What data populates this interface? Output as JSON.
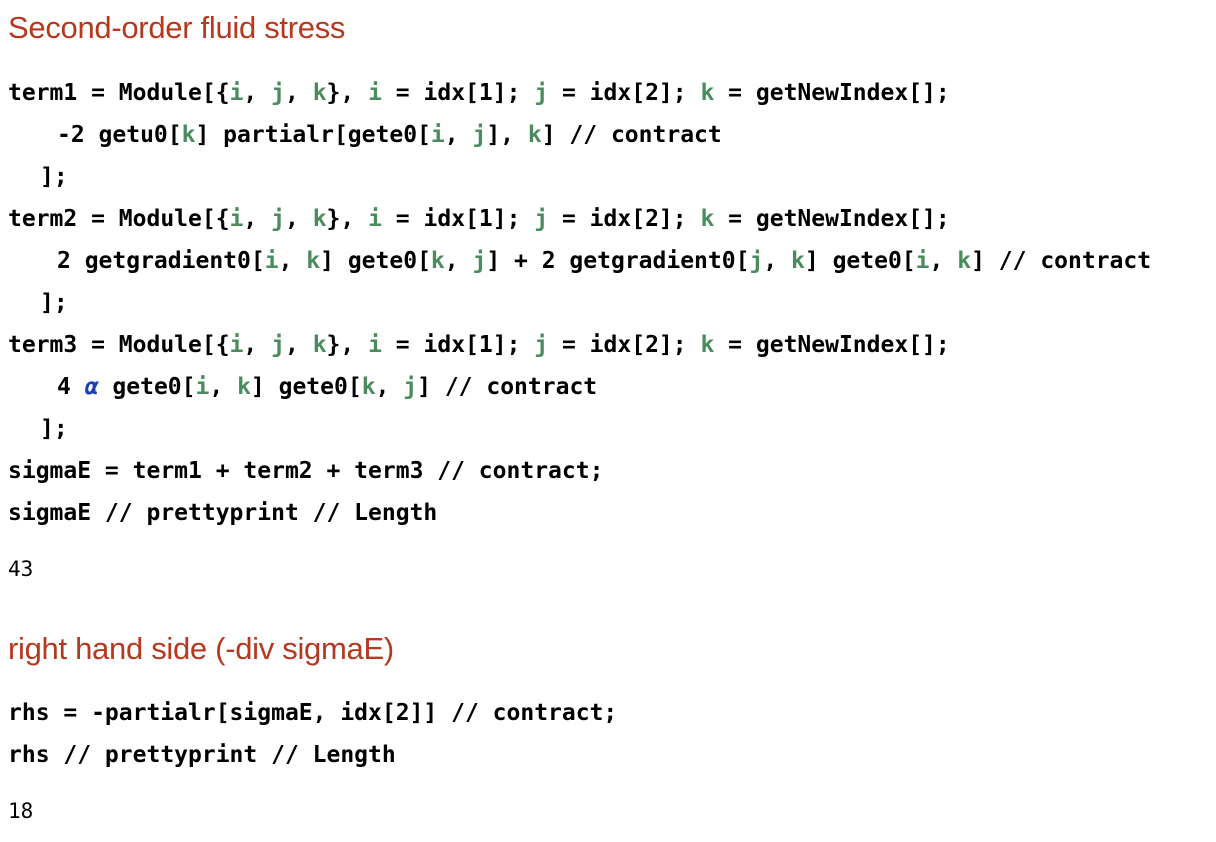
{
  "sections": [
    {
      "title": "Second-order fluid stress",
      "input_lines": [
        [
          {
            "t": "term1 = Module[{"
          },
          {
            "t": "i",
            "c": "var"
          },
          {
            "t": ", "
          },
          {
            "t": "j",
            "c": "var"
          },
          {
            "t": ", "
          },
          {
            "t": "k",
            "c": "var"
          },
          {
            "t": "}, "
          },
          {
            "t": "i",
            "c": "var"
          },
          {
            "t": " = idx[1]; "
          },
          {
            "t": "j",
            "c": "var"
          },
          {
            "t": " = idx[2]; "
          },
          {
            "t": "k",
            "c": "var"
          },
          {
            "t": " = getNewIndex[];"
          }
        ],
        [
          {
            "t": "-2 getu0["
          },
          {
            "t": "k",
            "c": "var"
          },
          {
            "t": "] partialr[gete0["
          },
          {
            "t": "i",
            "c": "var"
          },
          {
            "t": ", "
          },
          {
            "t": "j",
            "c": "var"
          },
          {
            "t": "], "
          },
          {
            "t": "k",
            "c": "var"
          },
          {
            "t": "] // contract"
          }
        ],
        [
          {
            "t": "];"
          }
        ],
        [
          {
            "t": "term2 = Module[{"
          },
          {
            "t": "i",
            "c": "var"
          },
          {
            "t": ", "
          },
          {
            "t": "j",
            "c": "var"
          },
          {
            "t": ", "
          },
          {
            "t": "k",
            "c": "var"
          },
          {
            "t": "}, "
          },
          {
            "t": "i",
            "c": "var"
          },
          {
            "t": " = idx[1]; "
          },
          {
            "t": "j",
            "c": "var"
          },
          {
            "t": " = idx[2]; "
          },
          {
            "t": "k",
            "c": "var"
          },
          {
            "t": " = getNewIndex[];"
          }
        ],
        [
          {
            "t": "2 getgradient0["
          },
          {
            "t": "i",
            "c": "var"
          },
          {
            "t": ", "
          },
          {
            "t": "k",
            "c": "var"
          },
          {
            "t": "] gete0["
          },
          {
            "t": "k",
            "c": "var"
          },
          {
            "t": ", "
          },
          {
            "t": "j",
            "c": "var"
          },
          {
            "t": "] + 2 getgradient0["
          },
          {
            "t": "j",
            "c": "var"
          },
          {
            "t": ", "
          },
          {
            "t": "k",
            "c": "var"
          },
          {
            "t": "] gete0["
          },
          {
            "t": "i",
            "c": "var"
          },
          {
            "t": ", "
          },
          {
            "t": "k",
            "c": "var"
          },
          {
            "t": "] // contract"
          }
        ],
        [
          {
            "t": "];"
          }
        ],
        [
          {
            "t": "term3 = Module[{"
          },
          {
            "t": "i",
            "c": "var"
          },
          {
            "t": ", "
          },
          {
            "t": "j",
            "c": "var"
          },
          {
            "t": ", "
          },
          {
            "t": "k",
            "c": "var"
          },
          {
            "t": "}, "
          },
          {
            "t": "i",
            "c": "var"
          },
          {
            "t": " = idx[1]; "
          },
          {
            "t": "j",
            "c": "var"
          },
          {
            "t": " = idx[2]; "
          },
          {
            "t": "k",
            "c": "var"
          },
          {
            "t": " = getNewIndex[];"
          }
        ],
        [
          {
            "t": "4 "
          },
          {
            "t": "α",
            "c": "greek"
          },
          {
            "t": " gete0["
          },
          {
            "t": "i",
            "c": "var"
          },
          {
            "t": ", "
          },
          {
            "t": "k",
            "c": "var"
          },
          {
            "t": "] gete0["
          },
          {
            "t": "k",
            "c": "var"
          },
          {
            "t": ", "
          },
          {
            "t": "j",
            "c": "var"
          },
          {
            "t": "] // contract"
          }
        ],
        [
          {
            "t": "];"
          }
        ],
        [
          {
            "t": "sigmaE = term1 + term2 + term3 // contract;"
          }
        ],
        [
          {
            "t": "sigmaE // prettyprint // Length"
          }
        ]
      ],
      "output": "43"
    },
    {
      "title": "right hand side (-div sigmaE)",
      "input_lines": [
        [
          {
            "t": "rhs = -partialr[sigmaE, idx[2]] // contract;"
          }
        ],
        [
          {
            "t": "rhs // prettyprint // Length"
          }
        ]
      ],
      "output": "18"
    }
  ],
  "colors": {
    "title": "#B5381F",
    "index_var": "#4A8C5E",
    "greek": "#1C3FB5",
    "text": "#000000"
  }
}
